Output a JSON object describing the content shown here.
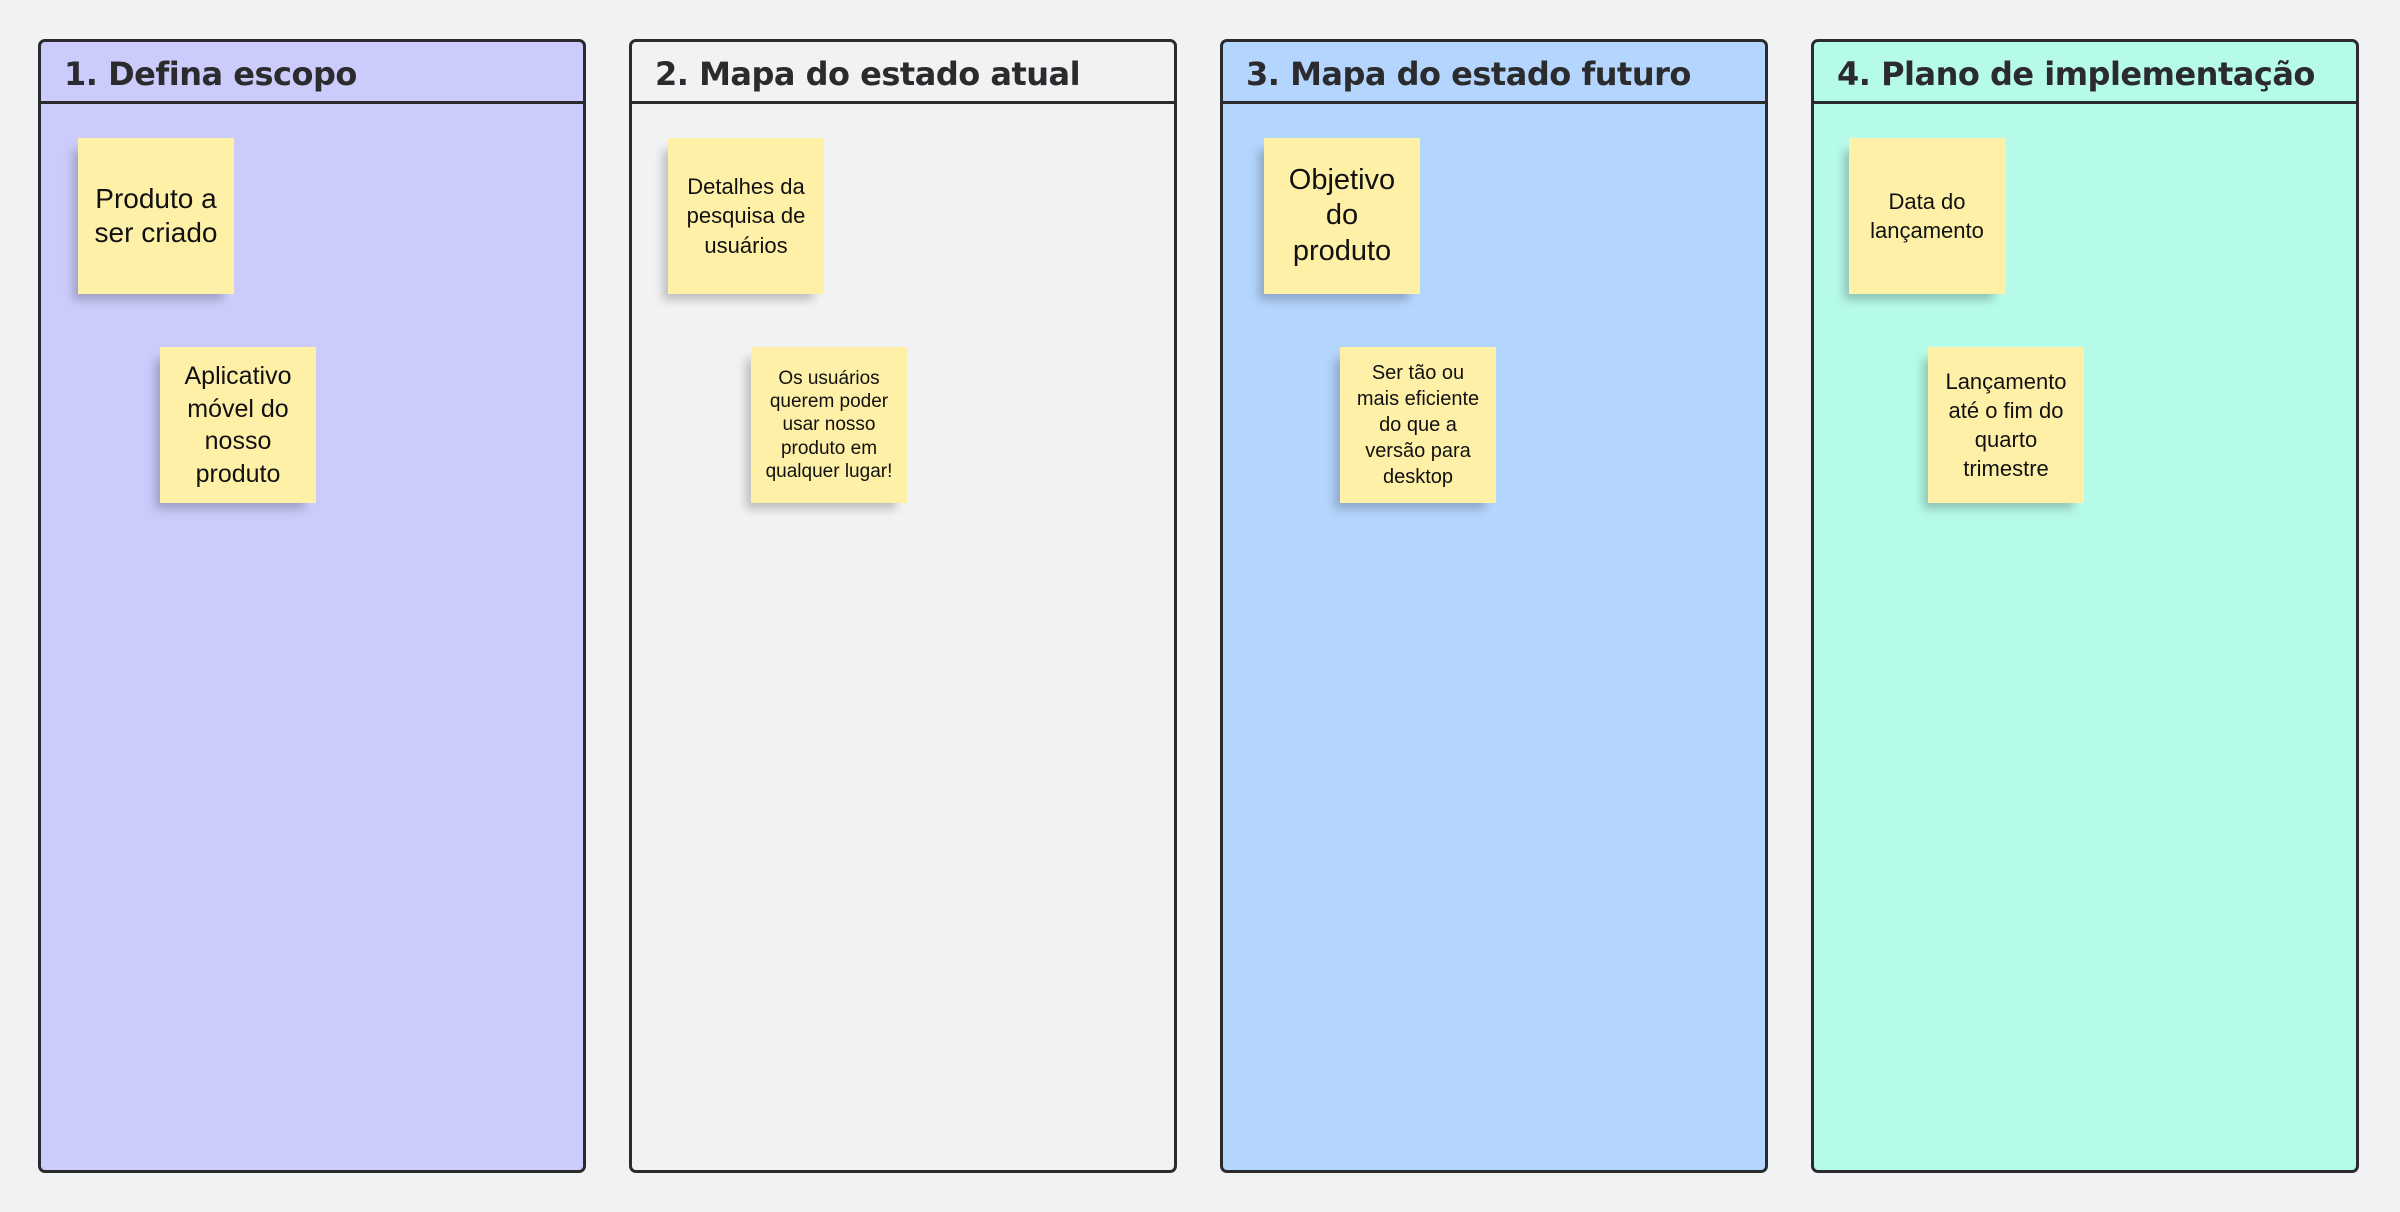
{
  "board": {
    "columns": [
      {
        "title": "1.  Defina escopo",
        "color": "#ccccfc",
        "notes": [
          "Produto a ser criado",
          "Aplicativo móvel do nosso produto"
        ]
      },
      {
        "title": "2. Mapa do estado atual",
        "color": "#f1f2f4",
        "notes": [
          "Detalhes da pesquisa de usuários",
          "Os usuários querem poder usar nosso produto em qualquer lugar!"
        ]
      },
      {
        "title": "3. Mapa do estado futuro",
        "color": "#b4d5fd",
        "notes": [
          "Objetivo do produto",
          "Ser tão ou mais eficiente do que a versão para desktop"
        ]
      },
      {
        "title": "4. Plano de implementação",
        "color": "#b6fbe9",
        "notes": [
          "Data do lançamento",
          "Lançamento até o fim do quarto trimestre"
        ]
      }
    ],
    "sticky_color": "#fff0a8"
  }
}
